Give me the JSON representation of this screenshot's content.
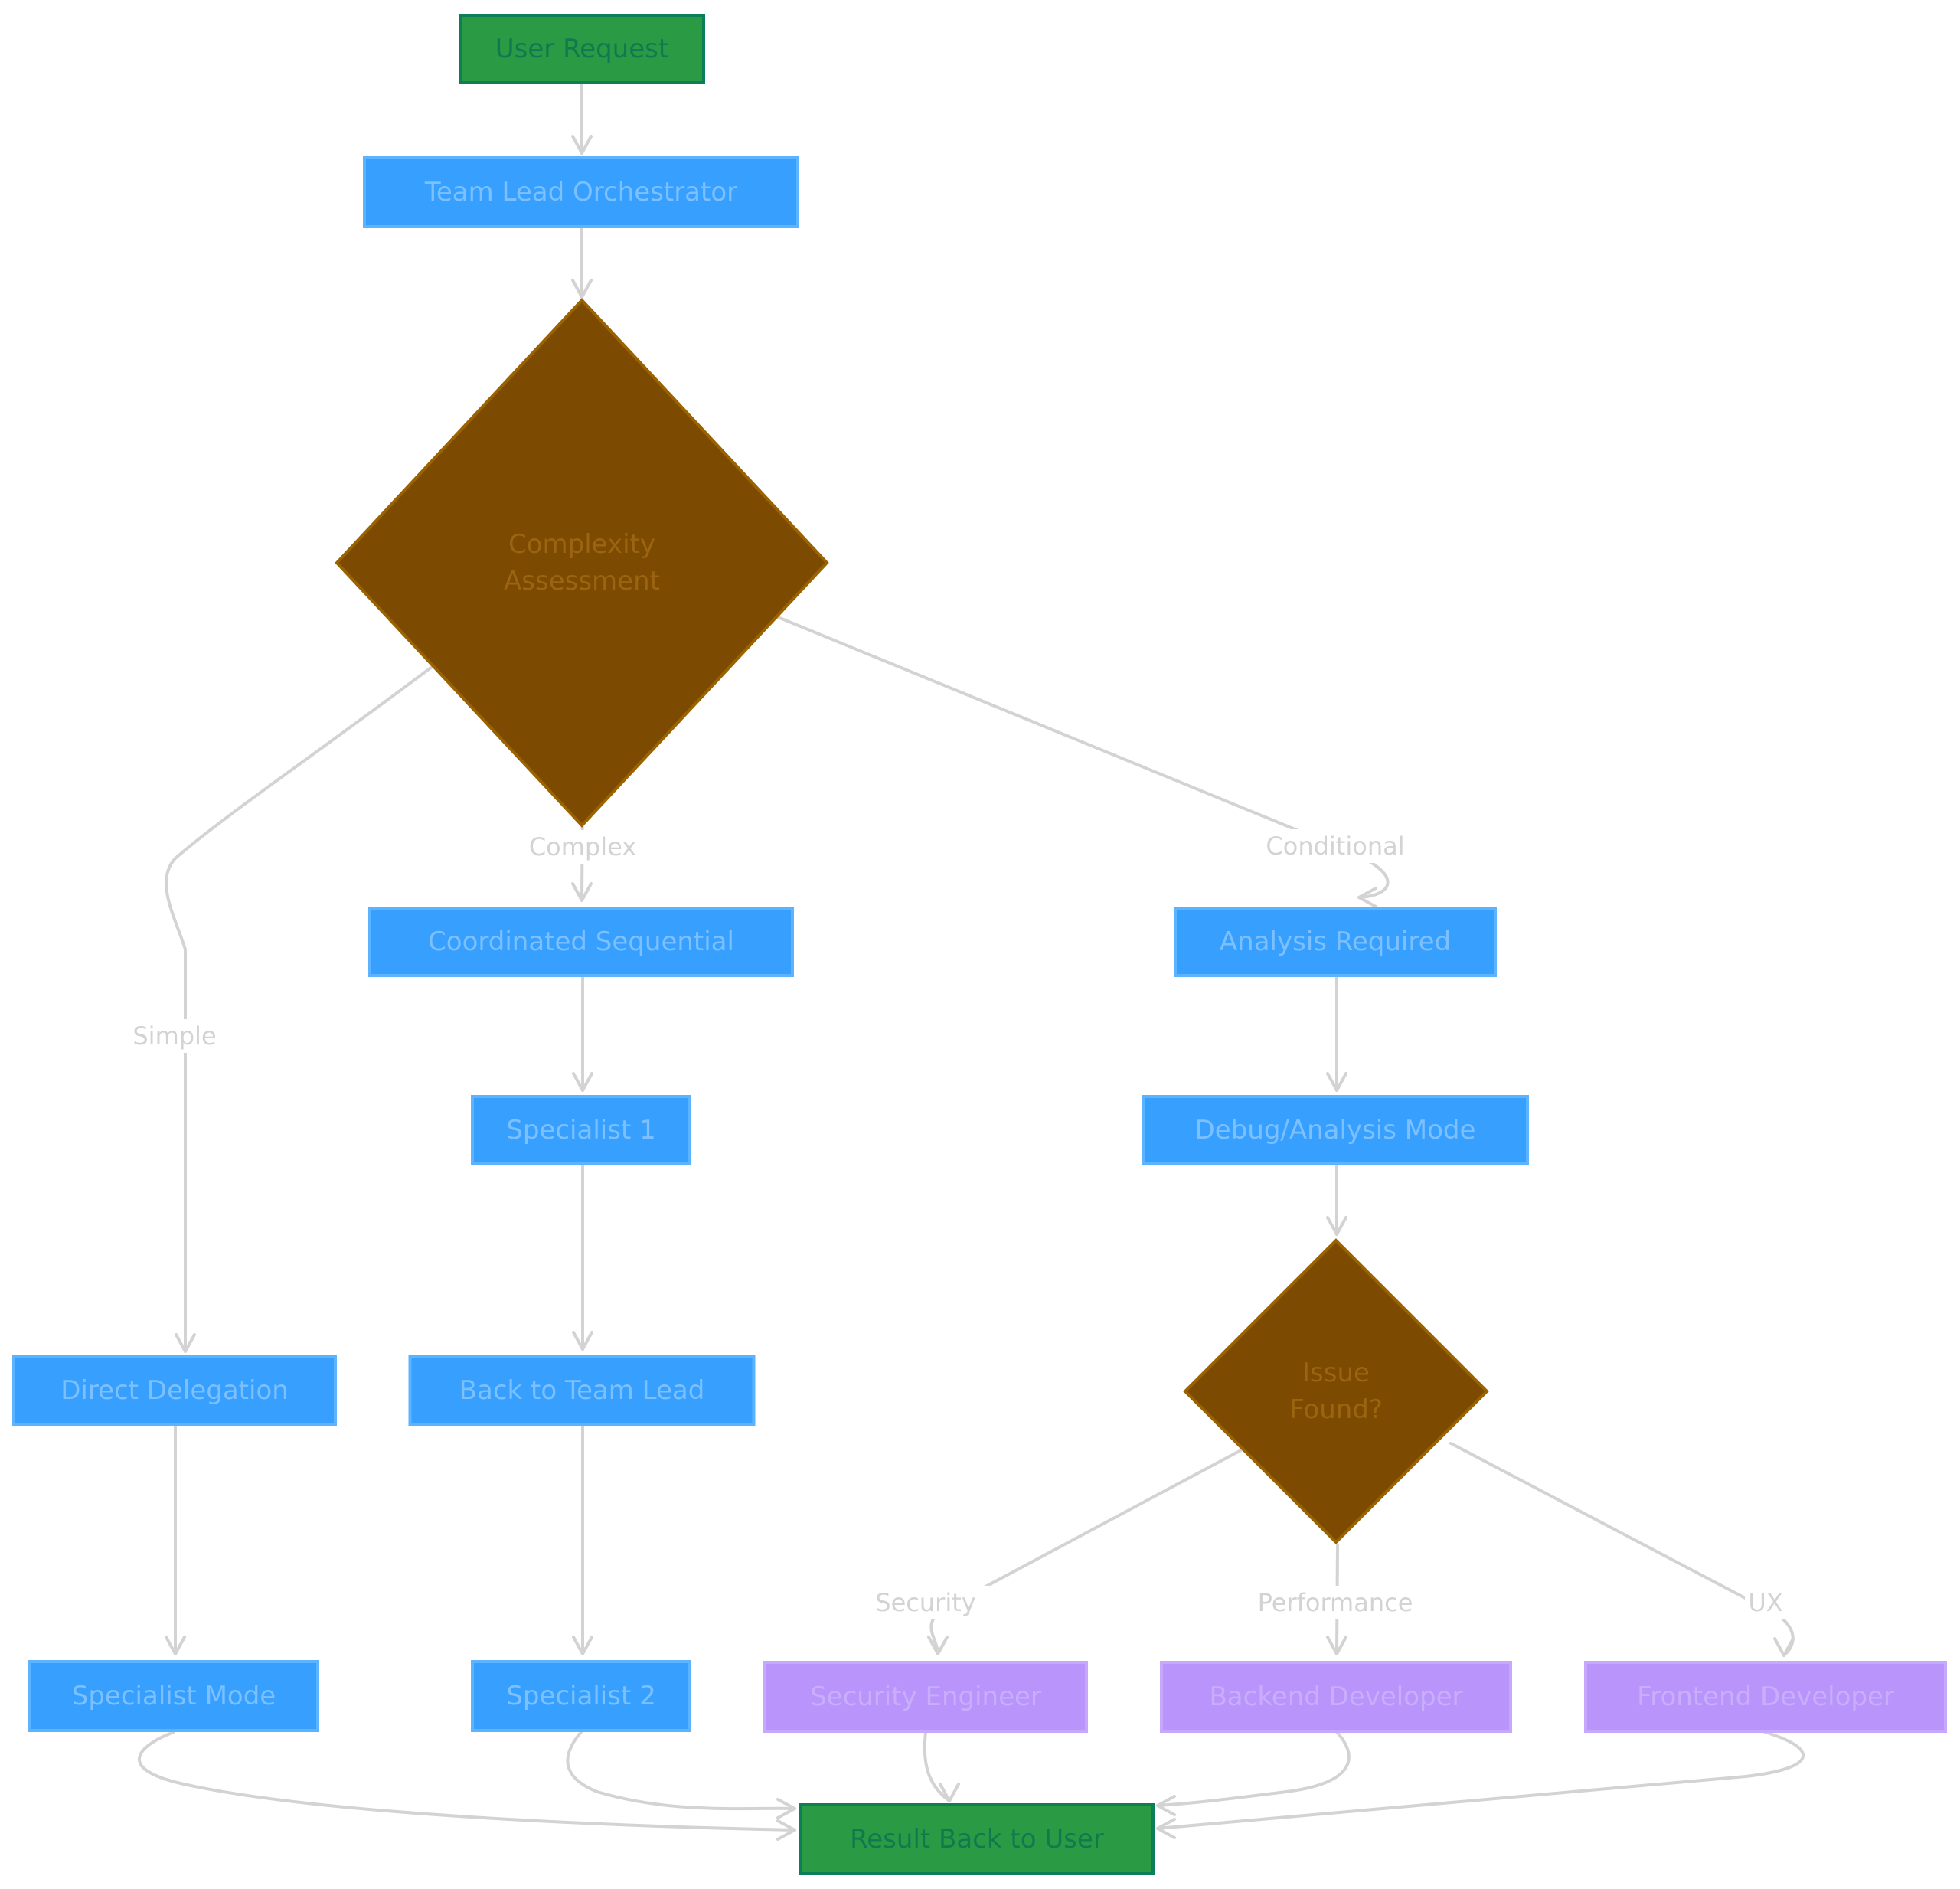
{
  "diagram": {
    "title": "Team Lead Orchestration Flow",
    "colors": {
      "start_end_fill": "#2b9a45",
      "start_end_stroke": "#0d7f57",
      "start_end_text": "#107a4e",
      "process_fill": "#37a0ff",
      "process_stroke": "#5cb3ff",
      "process_text": "#7cc0ff",
      "decision_fill": "#7c4a00",
      "decision_stroke": "#9a6300",
      "decision_text": "#9a6410",
      "specialist_fill": "#b994fb",
      "specialist_stroke": "#c6a8fc",
      "specialist_text": "#c8aefc",
      "edge": "#d3d3d3"
    },
    "nodes": [
      {
        "id": "user_request",
        "label": "User Request",
        "type": "terminal"
      },
      {
        "id": "team_lead",
        "label": "Team Lead Orchestrator",
        "type": "process"
      },
      {
        "id": "complexity",
        "label": "Complexity Assessment",
        "lines": [
          "Complexity",
          "Assessment"
        ],
        "type": "decision"
      },
      {
        "id": "coordinated",
        "label": "Coordinated Sequential",
        "type": "process"
      },
      {
        "id": "analysis_required",
        "label": "Analysis Required",
        "type": "process"
      },
      {
        "id": "specialist1",
        "label": "Specialist 1",
        "type": "process"
      },
      {
        "id": "debug_mode",
        "label": "Debug/Analysis Mode",
        "type": "process"
      },
      {
        "id": "direct_delegation",
        "label": "Direct Delegation",
        "type": "process"
      },
      {
        "id": "back_to_lead",
        "label": "Back to Team Lead",
        "type": "process"
      },
      {
        "id": "issue_found",
        "label": "Issue Found?",
        "lines": [
          "Issue",
          "Found?"
        ],
        "type": "decision"
      },
      {
        "id": "specialist_mode",
        "label": "Specialist Mode",
        "type": "process"
      },
      {
        "id": "specialist2",
        "label": "Specialist 2",
        "type": "process"
      },
      {
        "id": "security_engineer",
        "label": "Security Engineer",
        "type": "specialist"
      },
      {
        "id": "backend_developer",
        "label": "Backend Developer",
        "type": "specialist"
      },
      {
        "id": "frontend_developer",
        "label": "Frontend Developer",
        "type": "specialist"
      },
      {
        "id": "result",
        "label": "Result Back to User",
        "type": "terminal"
      }
    ],
    "edges": [
      {
        "from": "user_request",
        "to": "team_lead",
        "label": ""
      },
      {
        "from": "team_lead",
        "to": "complexity",
        "label": ""
      },
      {
        "from": "complexity",
        "to": "direct_delegation",
        "label": "Simple"
      },
      {
        "from": "complexity",
        "to": "coordinated",
        "label": "Complex"
      },
      {
        "from": "complexity",
        "to": "analysis_required",
        "label": "Conditional"
      },
      {
        "from": "coordinated",
        "to": "specialist1",
        "label": ""
      },
      {
        "from": "analysis_required",
        "to": "debug_mode",
        "label": ""
      },
      {
        "from": "specialist1",
        "to": "back_to_lead",
        "label": ""
      },
      {
        "from": "debug_mode",
        "to": "issue_found",
        "label": ""
      },
      {
        "from": "direct_delegation",
        "to": "specialist_mode",
        "label": ""
      },
      {
        "from": "back_to_lead",
        "to": "specialist2",
        "label": ""
      },
      {
        "from": "issue_found",
        "to": "security_engineer",
        "label": "Security"
      },
      {
        "from": "issue_found",
        "to": "backend_developer",
        "label": "Performance"
      },
      {
        "from": "issue_found",
        "to": "frontend_developer",
        "label": "UX"
      },
      {
        "from": "specialist_mode",
        "to": "result",
        "label": ""
      },
      {
        "from": "specialist2",
        "to": "result",
        "label": ""
      },
      {
        "from": "security_engineer",
        "to": "result",
        "label": ""
      },
      {
        "from": "backend_developer",
        "to": "result",
        "label": ""
      },
      {
        "from": "frontend_developer",
        "to": "result",
        "label": ""
      }
    ]
  }
}
